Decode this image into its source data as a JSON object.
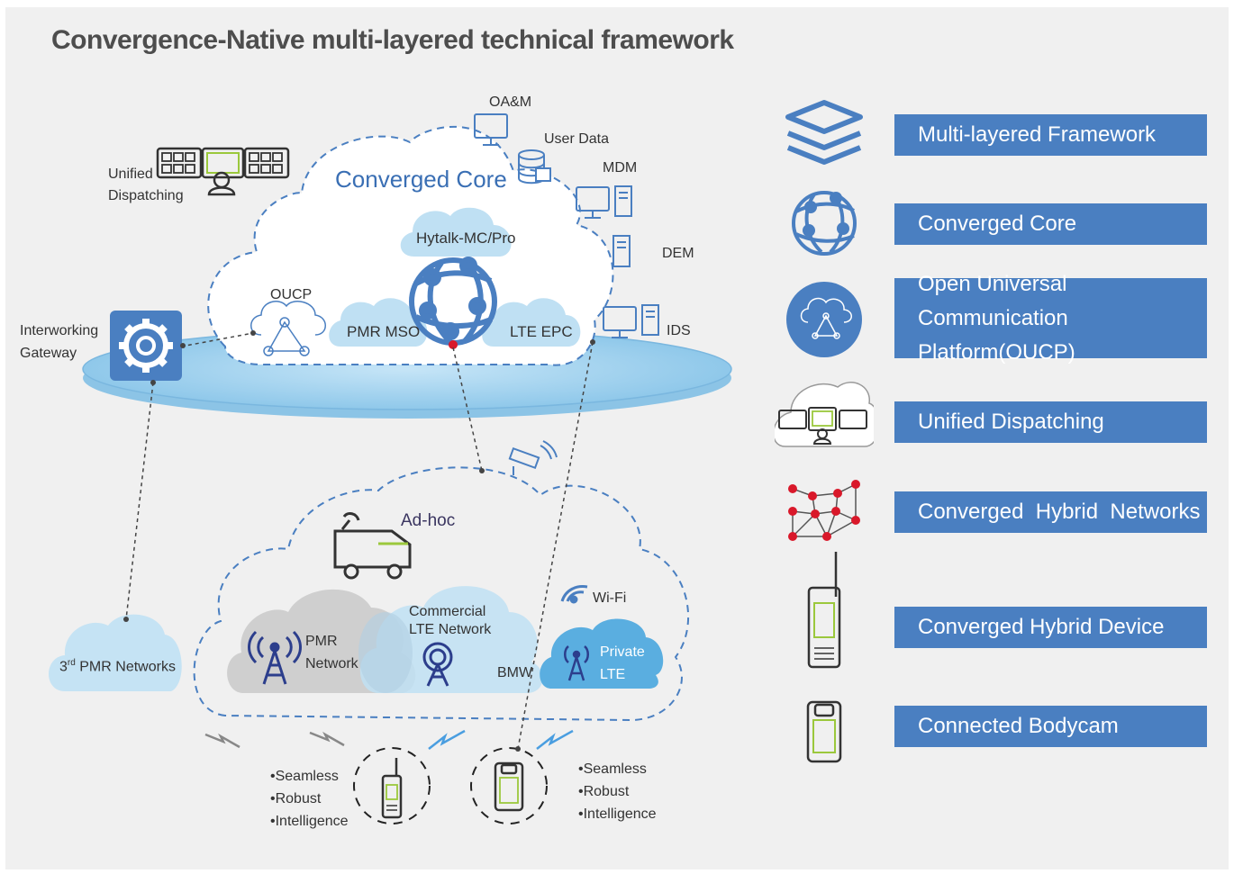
{
  "title": "Convergence-Native multi-layered technical framework",
  "core": {
    "cloud_label": "Converged Core",
    "hytalk": "Hytalk-MC/Pro",
    "pmr_mso": "PMR MSO",
    "lte_epc": "LTE EPC",
    "oucp": "OUCP"
  },
  "services": {
    "oam": "OA&M",
    "user_data": "User Data",
    "mdm": "MDM",
    "dem": "DEM",
    "ids": "IDS"
  },
  "left": {
    "unified_dispatching_1": "Unified",
    "unified_dispatching_2": "Dispatching",
    "interworking_1": "Interworking",
    "interworking_2": "Gateway",
    "third_pmr_pre": "3",
    "third_pmr_sup": "rd",
    "third_pmr_post": " PMR Networks"
  },
  "networks": {
    "adhoc": "Ad-hoc",
    "pmr_1": "PMR",
    "pmr_2": "Network",
    "commercial_1": "Commercial",
    "commercial_2": "LTE Network",
    "bmw": "BMW",
    "wifi": "Wi-Fi",
    "private_1": "Private",
    "private_2": "LTE"
  },
  "features_left": [
    "•Seamless",
    "•Robust",
    "•Intelligence"
  ],
  "features_right": [
    "•Seamless",
    "•Robust",
    "•Intelligence"
  ],
  "legend": [
    {
      "icon": "layers-icon",
      "label": "Multi-layered  Framework"
    },
    {
      "icon": "globe-icon",
      "label": "Converged Core"
    },
    {
      "icon": "oucp-cloud-icon",
      "label": "Open Universal Communication Platform(OUCP)"
    },
    {
      "icon": "dispatch-console-icon",
      "label": "Unified Dispatching"
    },
    {
      "icon": "mesh-network-icon",
      "label": "Converged  Hybrid  Networks"
    },
    {
      "icon": "radio-device-icon",
      "label": "Converged Hybrid Device"
    },
    {
      "icon": "bodycam-icon",
      "label": "Connected Bodycam"
    }
  ],
  "colors": {
    "accent_blue": "#4a7fc1",
    "platform_blue": "#a9d4ee",
    "cloud_light": "#bfe0f3",
    "cloud_mid": "#5aaee0",
    "node_red": "#d9182a",
    "background": "#f0f0f0"
  }
}
